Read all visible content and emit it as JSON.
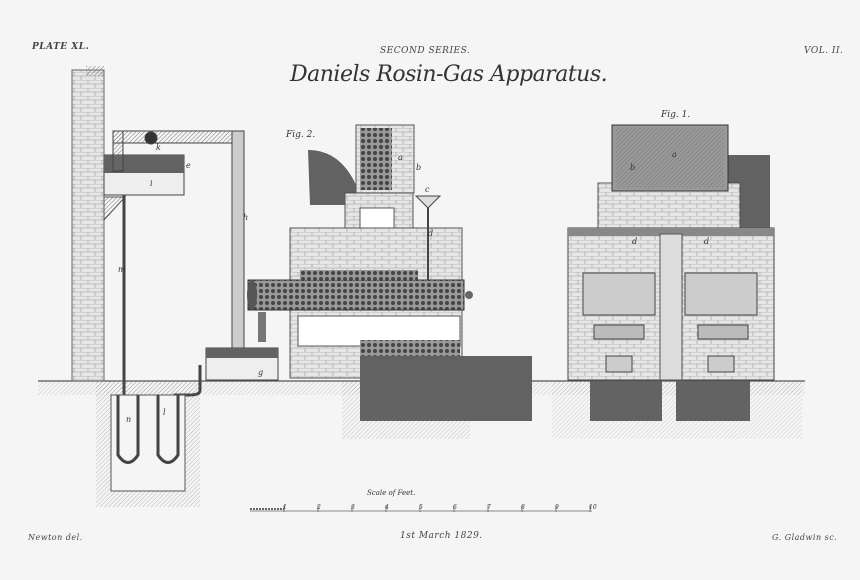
{
  "header": {
    "plate": "PLATE XL.",
    "series": "SECOND SERIES.",
    "volume": "VOL. II.",
    "title": "Daniels Rosin-Gas Apparatus."
  },
  "figures": {
    "fig1": "Fig. 1.",
    "fig2": "Fig. 2."
  },
  "labels": {
    "k": "k",
    "e": "e",
    "i": "i",
    "h": "h",
    "m": "m",
    "g": "g",
    "n": "n",
    "l": "l",
    "a": "a",
    "b": "b",
    "c": "c",
    "d": "d",
    "a1": "a",
    "b1": "b",
    "d1": "d",
    "d2": "d"
  },
  "scale": {
    "title": "Scale of Feet.",
    "ticks": [
      "1",
      "2",
      "3",
      "4",
      "5",
      "6",
      "7",
      "8",
      "9",
      "10"
    ]
  },
  "footer": {
    "left": "Newton del.",
    "center": "1st March 1829.",
    "right": "G. Gladwin sc."
  },
  "colors": {
    "paper": "#f5f5f5",
    "ink": "#333333"
  }
}
